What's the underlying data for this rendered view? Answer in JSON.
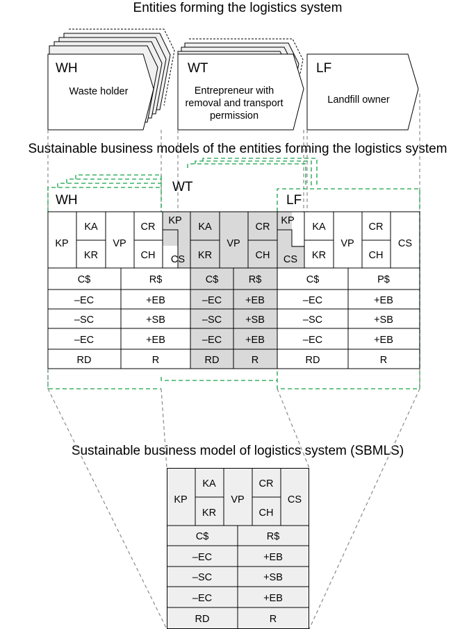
{
  "titles": {
    "entities": "Entities forming the logistics system",
    "models": "Sustainable business models of the entities forming the logistics system",
    "sbmls": "Sustainable business model of logistics system (SBMLS)"
  },
  "entities": [
    {
      "code": "WH",
      "desc_lines": [
        "Waste holder"
      ]
    },
    {
      "code": "WT",
      "desc_lines": [
        "Entrepreneur with",
        "removal and transport",
        "permission"
      ]
    },
    {
      "code": "LF",
      "desc_lines": [
        "Landfill owner"
      ]
    }
  ],
  "groups": {
    "wh": "WH",
    "wt": "WT",
    "lf": "LF"
  },
  "canvas": {
    "KP": "KP",
    "KA": "KA",
    "KR": "KR",
    "VP": "VP",
    "CR": "CR",
    "CH": "CH",
    "CS": "CS"
  },
  "table_rows": [
    [
      "C$",
      "R$"
    ],
    [
      "–EC",
      "+EB"
    ],
    [
      "–SC",
      "+SB"
    ],
    [
      "–EC",
      "+EB"
    ],
    [
      "RD",
      "R"
    ]
  ],
  "lf_table_rows": [
    [
      "C$",
      "P$"
    ],
    [
      "–EC",
      "+EB"
    ],
    [
      "–SC",
      "+SB"
    ],
    [
      "–EC",
      "+EB"
    ],
    [
      "RD",
      "R"
    ]
  ],
  "colors": {
    "green_dash": "#18a048",
    "gray_dash": "#8a8a8a",
    "shade": "#d9d9d9",
    "light": "#efefef"
  }
}
